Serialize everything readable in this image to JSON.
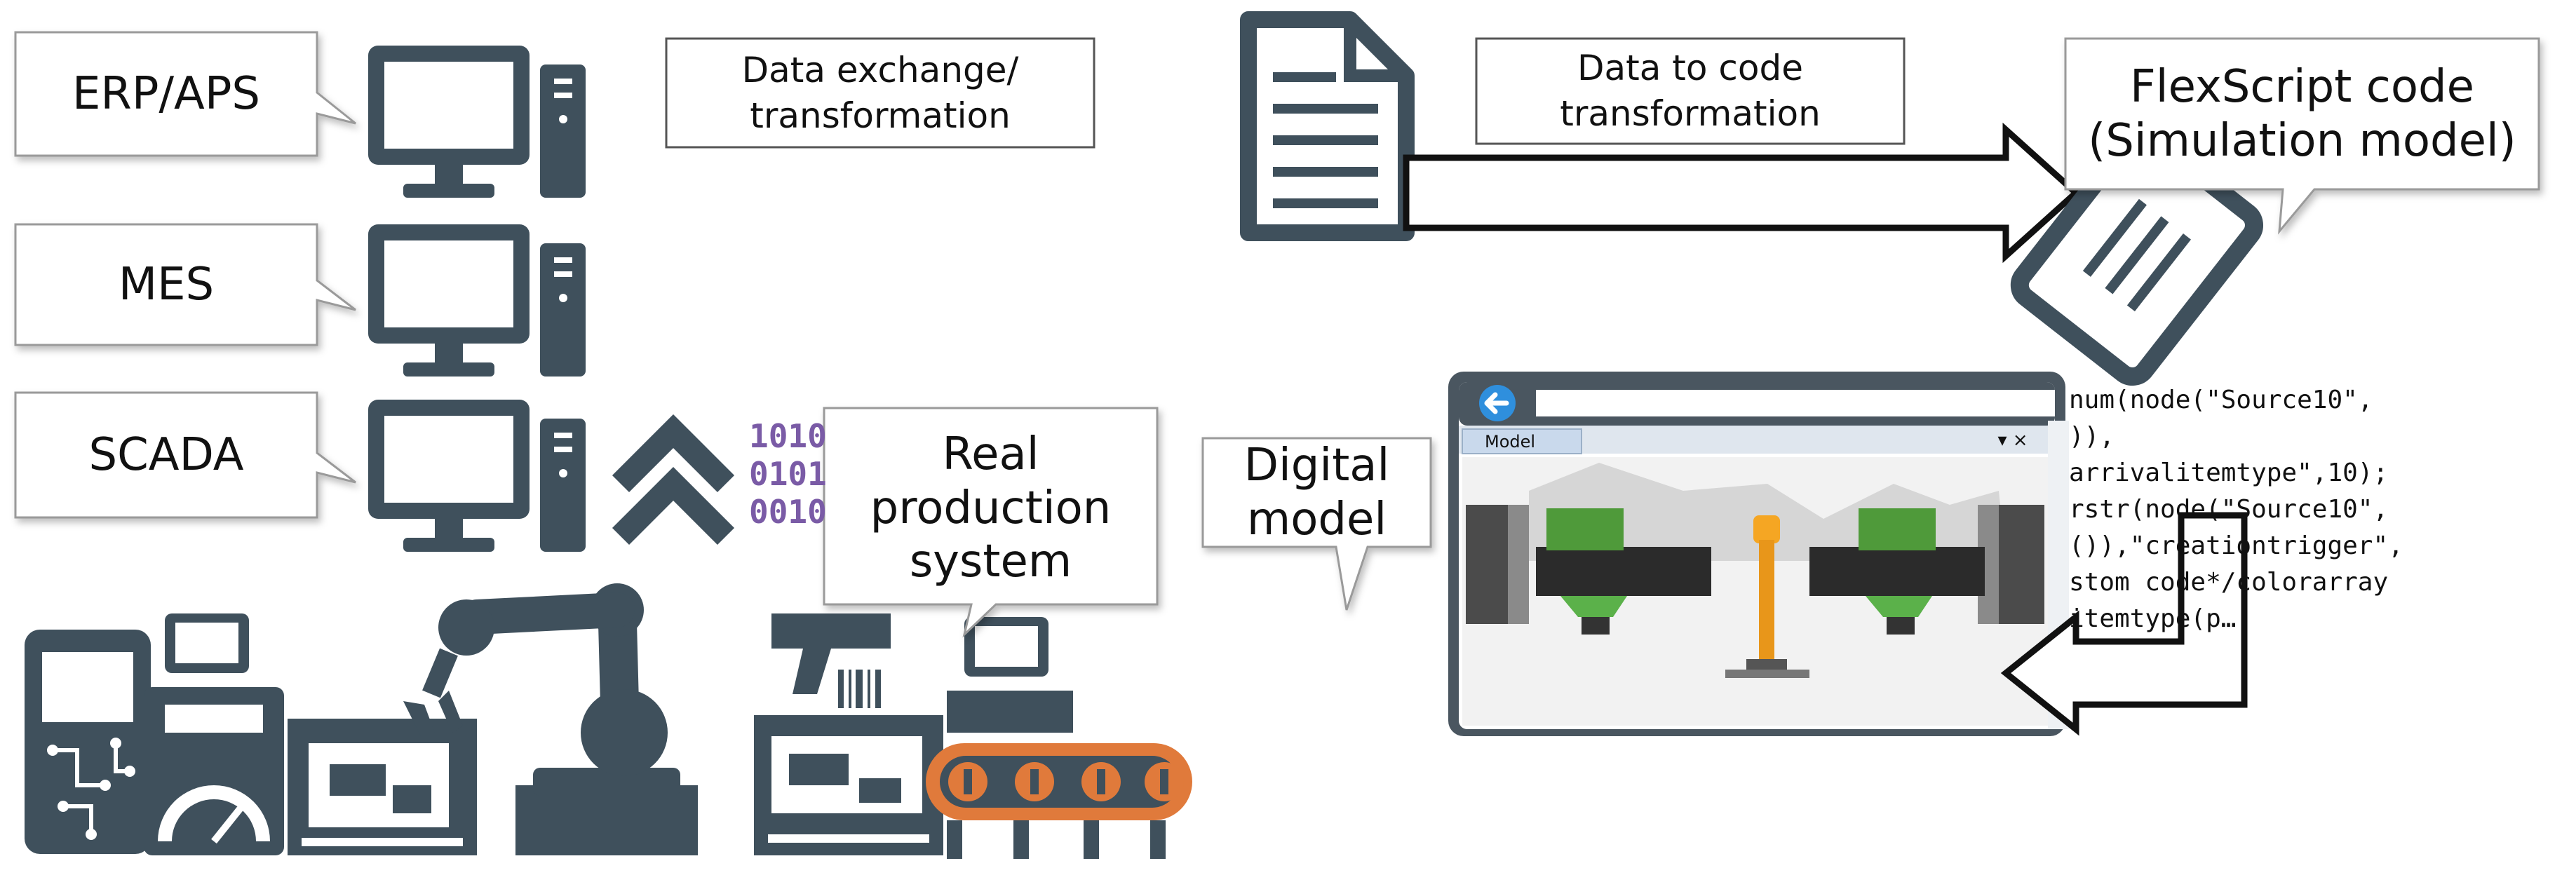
{
  "callouts": {
    "erp": "ERP/APS",
    "mes": "MES",
    "scada": "SCADA",
    "data_exchange": [
      "Data exchange/",
      "transformation"
    ],
    "data_to_code": [
      "Data to code",
      "transformation"
    ],
    "flexscript": [
      "FlexScript code",
      "(Simulation model)"
    ],
    "real_production": [
      "Real",
      "production",
      "system"
    ],
    "digital_model": [
      "Digital",
      "model"
    ]
  },
  "binary": [
    "1010",
    "0101",
    "0010"
  ],
  "window": {
    "tab_label": "Model",
    "tab_close": "▾ ×"
  },
  "code_lines": [
    "num(node(\"Source10\",",
    ")),",
    "arrivalitemtype\",10);",
    "rstr(node(\"Source10\",",
    "()),\"creationtrigger\",",
    "stom code*/colorarray",
    "itemtype(p…"
  ],
  "colors": {
    "icon": "#3f505c",
    "callout_border": "#9a9a9a",
    "window_frame": "#4a5660",
    "accent_blue": "#2f8fdd",
    "bits": "#7a5ba6"
  }
}
